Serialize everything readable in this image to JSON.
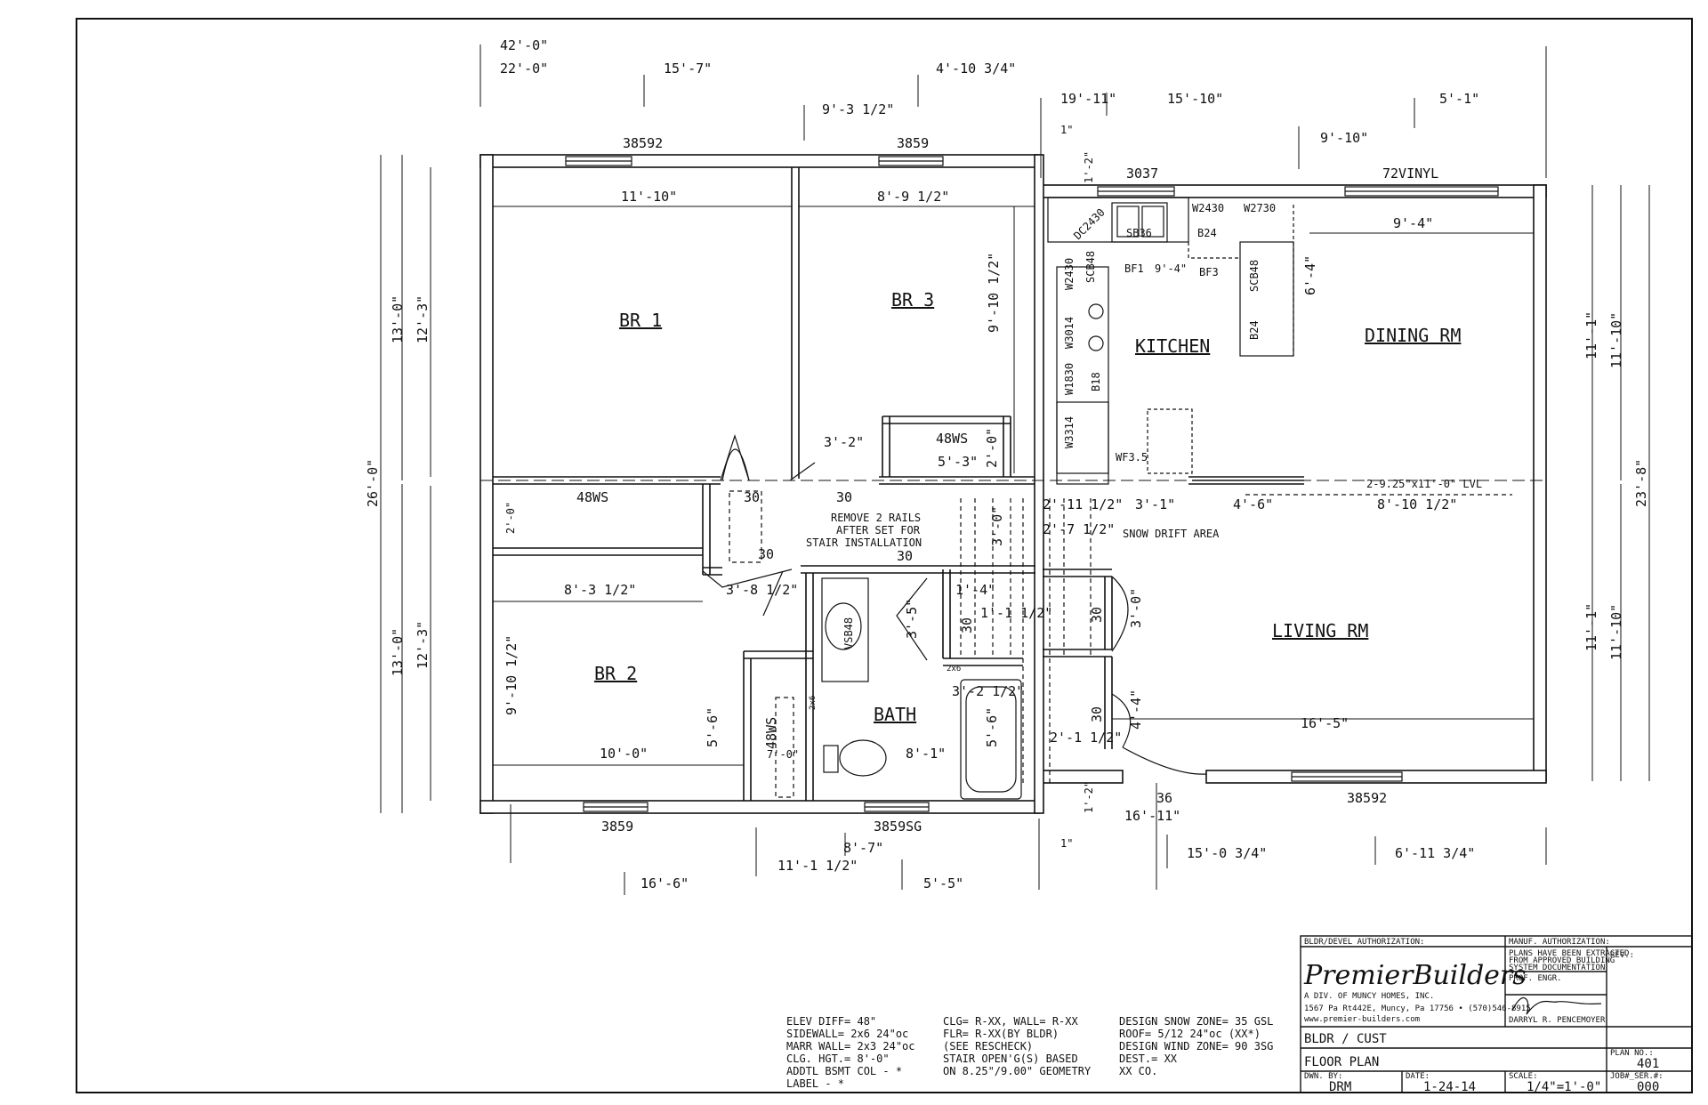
{
  "rooms": {
    "br1": "BR 1",
    "br2": "BR 2",
    "br3": "BR 3",
    "kitchen": "KITCHEN",
    "dining": "DINING RM",
    "living": "LIVING RM",
    "bath": "BATH"
  },
  "windows": {
    "top_br1": "38592",
    "top_br3": "3859",
    "top_kitchen": "3037",
    "top_dining": "72VINYL",
    "bottom_br2": "3859",
    "bottom_bath": "3859SG",
    "bottom_living": "38592",
    "bottom_door": "36"
  },
  "top_dims": [
    "42'-0\"",
    "22'-0\"",
    "15'-7\"",
    "4'-10 3/4\"",
    "9'-3 1/2\"",
    "19'-11\"",
    "15'-10\"",
    "5'-1\"",
    "9'-10\"",
    "1\""
  ],
  "bottom_dims": [
    "16'-11\"",
    "8'-7\"",
    "11'-1 1/2\"",
    "16'-6\"",
    "5'-5\"",
    "1\"",
    "15'-0 3/4\"",
    "6'-11 3/4\""
  ],
  "left_dims": [
    "13'-0\"",
    "12'-3\"",
    "26'-0\"",
    "13'-0\"",
    "12'-3\""
  ],
  "right_dims": [
    "11'-1\"",
    "11'-10\"",
    "23'-8\"",
    "11'-1\"",
    "11'-10\""
  ],
  "interior_dims": {
    "br1_width": "11'-10\"",
    "br3_width": "8'-9 1/2\"",
    "br3_depth": "9'-10 1/2\"",
    "closet_small": "3'-2\"",
    "closet_48ws": "48WS",
    "closet_53": "5'-3\"",
    "closet_20": "2'-0\"",
    "br2_width": "8'-3 1/2\"",
    "hall_38": "3'-8 1/2\"",
    "br2_depth": "9'-10 1/2\"",
    "br2_bottom": "10'-0\"",
    "br2_closet": "5'-6\"",
    "bath_width": "8'-1\"",
    "tub_depth": "5'-6\"",
    "tub_width": "3'-2 1/2\"",
    "dining_width": "9'-4\"",
    "dining_depth": "6'-4\"",
    "kitchen_941": "9'-4\"",
    "living_width": "16'-5\"",
    "stair_2_11": "2'-11 1/2\"",
    "stair_3_1": "3'-1\"",
    "stair_4_6": "4'-6\"",
    "stair_8_10": "8'-10 1/2\"",
    "stair_2_7": "2'-7 1/2\"",
    "stair_3_0": "3'-0\"",
    "stair_1_4": "1'-4\"",
    "stair_1_1": "1'-1 1/2\"",
    "hall_3_5": "3'-5\"",
    "hall_2_1": "2'-1 1/2\"",
    "hall_4_4": "4'-4\"",
    "hall_3_0": "3'-0\"",
    "top_1_2": "1'-2\"",
    "bottom_1_2": "1'-2\"",
    "left_2_0": "2'-0\"",
    "br2_7_0": "7'-0\""
  },
  "labels": {
    "lvl": "2-9.25\"x11'-0\" LVL",
    "snow": "SNOW DRIFT AREA",
    "remove_rails": [
      "REMOVE 2 RAILS",
      "AFTER SET FOR",
      "STAIR INSTALLATION"
    ],
    "door30": "30",
    "closet_48ws_left": "48WS",
    "closet_48ws_br2": "48WS",
    "vsb48": "VSB48",
    "twox6": "2x6"
  },
  "cabinets": {
    "sb36": "SB36",
    "w2430_top": "W2430",
    "w2730": "W2730",
    "b24_top": "B24",
    "dc2430": "DC2430",
    "w2430_side": "W2430",
    "scb48": "SCB48",
    "bf1": "BF1",
    "bf3": "BF3",
    "scb48b": "SCB48",
    "b24_side": "B24",
    "w3014": "W3014",
    "w1830": "W1830",
    "b18": "B18",
    "w3314": "W3314",
    "wf35": "WF3.5"
  },
  "notes": {
    "col1": [
      "ELEV DIFF= 48\"",
      "SIDEWALL=  2x6 24\"oc",
      "MARR WALL= 2x3 24\"oc",
      "CLG. HGT.=  8'-0\"",
      "ADDTL BSMT COL - *",
      "LABEL - *"
    ],
    "col2": [
      "CLG= R-XX, WALL= R-XX",
      " FLR= R-XX(BY BLDR)",
      " (SEE RESCHECK)",
      "STAIR OPEN'G(S) BASED",
      " ON 8.25\"/9.00\" GEOMETRY"
    ],
    "col3": [
      "DESIGN SNOW ZONE= 35 GSL",
      "ROOF= 5/12 24\"oc (XX*)",
      "DESIGN WIND ZONE= 90 3SG",
      "DEST.= XX",
      "    XX CO."
    ]
  },
  "title_block": {
    "bldr_auth": "BLDR/DEVEL AUTHORIZATION:",
    "manuf_auth": "MANUF. AUTHORIZATION:",
    "logo": "PremierBuilders",
    "division": "A DIV. OF MUNCY HOMES, INC.",
    "address": "1567 Pa Rt442E, Muncy, Pa 17756 • (570)546-8915",
    "website": "www.premier-builders.com",
    "plans_note": [
      "PLANS HAVE BEEN EXTRACTED",
      "FROM APPROVED BUILDING",
      "SYSTEM DOCUMENTATION"
    ],
    "prof_engr": "PROF. ENGR.",
    "engineer": "DARRYL R. PENCEMOYER",
    "rev": "REV.:",
    "bldr_cust": "BLDR / CUST",
    "drawing_title": "FLOOR PLAN",
    "plan_no_label": "PLAN NO.:",
    "plan_no": "401",
    "dwn_by_label": "DWN. BY:",
    "dwn_by": "DRM",
    "date_label": "DATE:",
    "date": "1-24-14",
    "scale_label": "SCALE:",
    "scale": "1/4\"=1'-0\"",
    "job_label": "JOB#_SER.#:",
    "job": "000"
  }
}
